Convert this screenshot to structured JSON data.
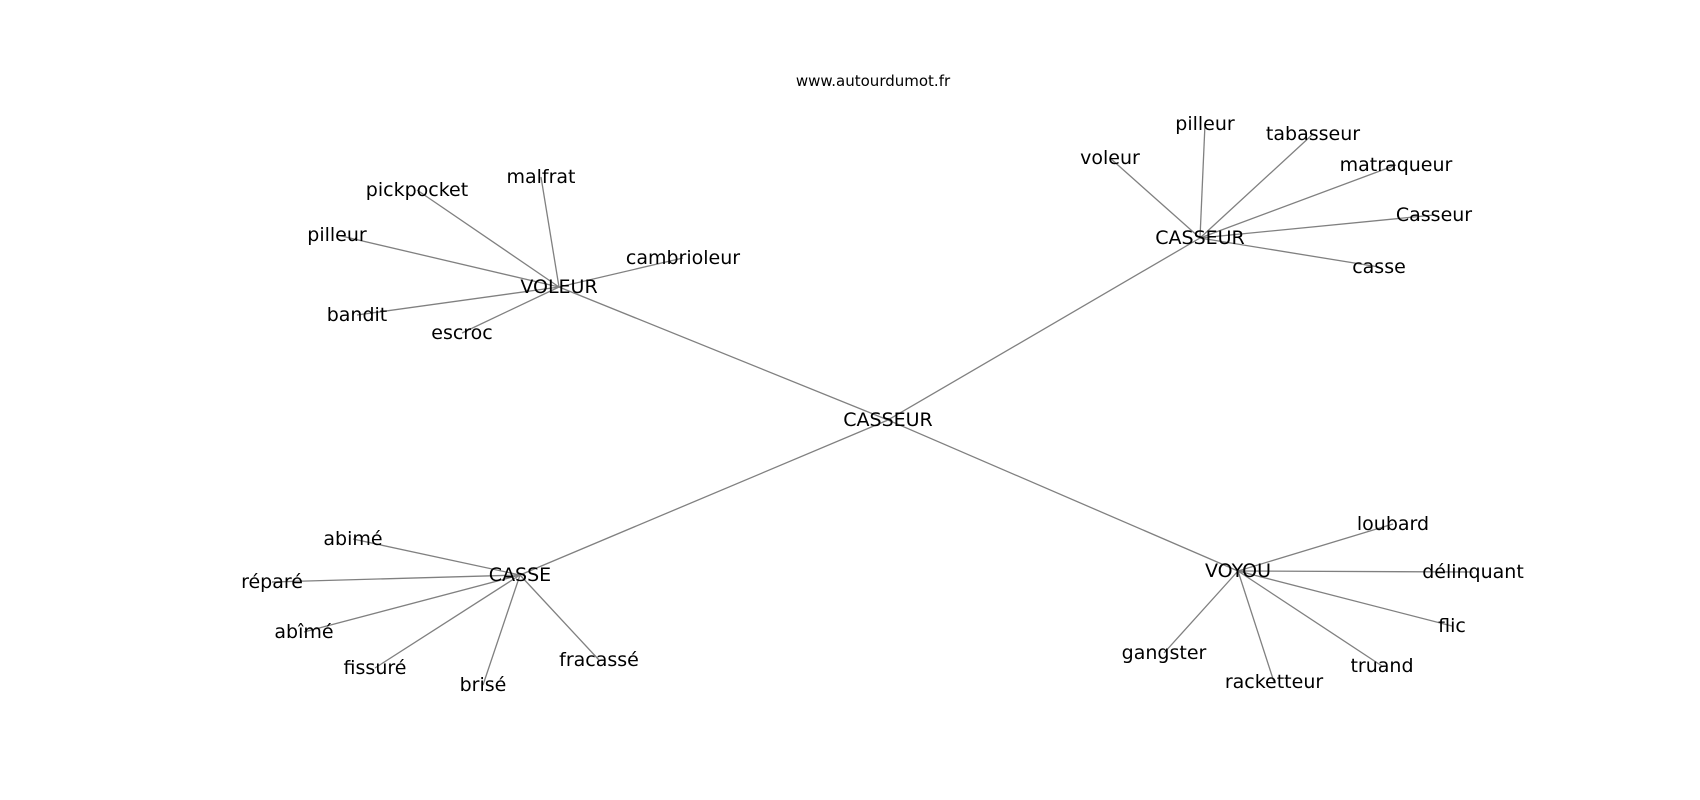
{
  "site": "www.autourdumot.fr",
  "colors": {
    "edge": "#808080",
    "text": "#000000",
    "background": "#ffffff"
  },
  "nodes": {
    "root": "CASSEUR",
    "voleur": "VOLEUR",
    "casseur_hub": "CASSEUR",
    "casse": "CASSE",
    "voyou": "VOYOU",
    "voleur_malfrat": "malfrat",
    "voleur_pickpocket": "pickpocket",
    "voleur_pilleur": "pilleur",
    "voleur_cambrioleur": "cambrioleur",
    "voleur_bandit": "bandit",
    "voleur_escroc": "escroc",
    "casseur_voleur": "voleur",
    "casseur_pilleur": "pilleur",
    "casseur_tabasseur": "tabasseur",
    "casseur_matraqueur": "matraqueur",
    "casseur_casseur": "Casseur",
    "casseur_casse": "casse",
    "casse_abime": "abimé",
    "casse_repare": "réparé",
    "casse_abime2": "abîmé",
    "casse_fissure": "fissuré",
    "casse_brise": "brisé",
    "casse_fracasse": "fracassé",
    "voyou_loubard": "loubard",
    "voyou_delinquant": "délinquant",
    "voyou_flic": "flic",
    "voyou_truand": "truand",
    "voyou_racketteur": "racketteur",
    "voyou_gangster": "gangster"
  },
  "edges": [
    [
      "root",
      "voleur"
    ],
    [
      "root",
      "casseur_hub"
    ],
    [
      "root",
      "casse"
    ],
    [
      "root",
      "voyou"
    ],
    [
      "voleur",
      "voleur_malfrat"
    ],
    [
      "voleur",
      "voleur_pickpocket"
    ],
    [
      "voleur",
      "voleur_pilleur"
    ],
    [
      "voleur",
      "voleur_cambrioleur"
    ],
    [
      "voleur",
      "voleur_bandit"
    ],
    [
      "voleur",
      "voleur_escroc"
    ],
    [
      "casseur_hub",
      "casseur_voleur"
    ],
    [
      "casseur_hub",
      "casseur_pilleur"
    ],
    [
      "casseur_hub",
      "casseur_tabasseur"
    ],
    [
      "casseur_hub",
      "casseur_matraqueur"
    ],
    [
      "casseur_hub",
      "casseur_casseur"
    ],
    [
      "casseur_hub",
      "casseur_casse"
    ],
    [
      "casse",
      "casse_abime"
    ],
    [
      "casse",
      "casse_repare"
    ],
    [
      "casse",
      "casse_abime2"
    ],
    [
      "casse",
      "casse_fissure"
    ],
    [
      "casse",
      "casse_brise"
    ],
    [
      "casse",
      "casse_fracasse"
    ],
    [
      "voyou",
      "voyou_loubard"
    ],
    [
      "voyou",
      "voyou_delinquant"
    ],
    [
      "voyou",
      "voyou_flic"
    ],
    [
      "voyou",
      "voyou_truand"
    ],
    [
      "voyou",
      "voyou_racketteur"
    ],
    [
      "voyou",
      "voyou_gangster"
    ]
  ]
}
